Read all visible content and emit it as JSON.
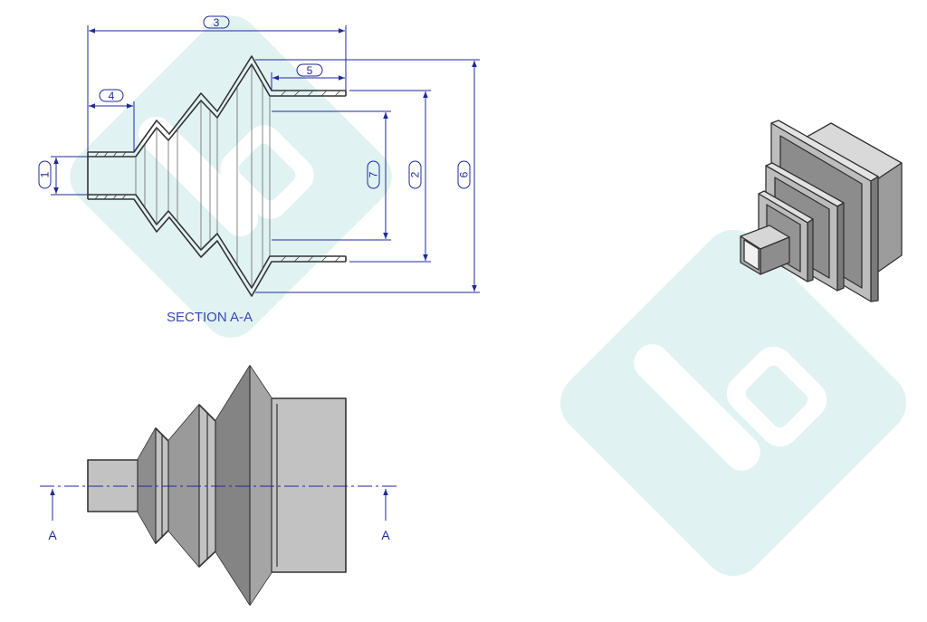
{
  "section_caption": "SECTION A-A",
  "section_marker": "A",
  "dimension_labels": [
    "1",
    "2",
    "3",
    "4",
    "5",
    "6",
    "7"
  ],
  "colors": {
    "dimension": "#1f2a9a",
    "part_outline": "#333333",
    "part_fill_light": "#c7c7c7",
    "part_fill_dark": "#8f8f8f",
    "watermark": "#ddf1f0"
  }
}
